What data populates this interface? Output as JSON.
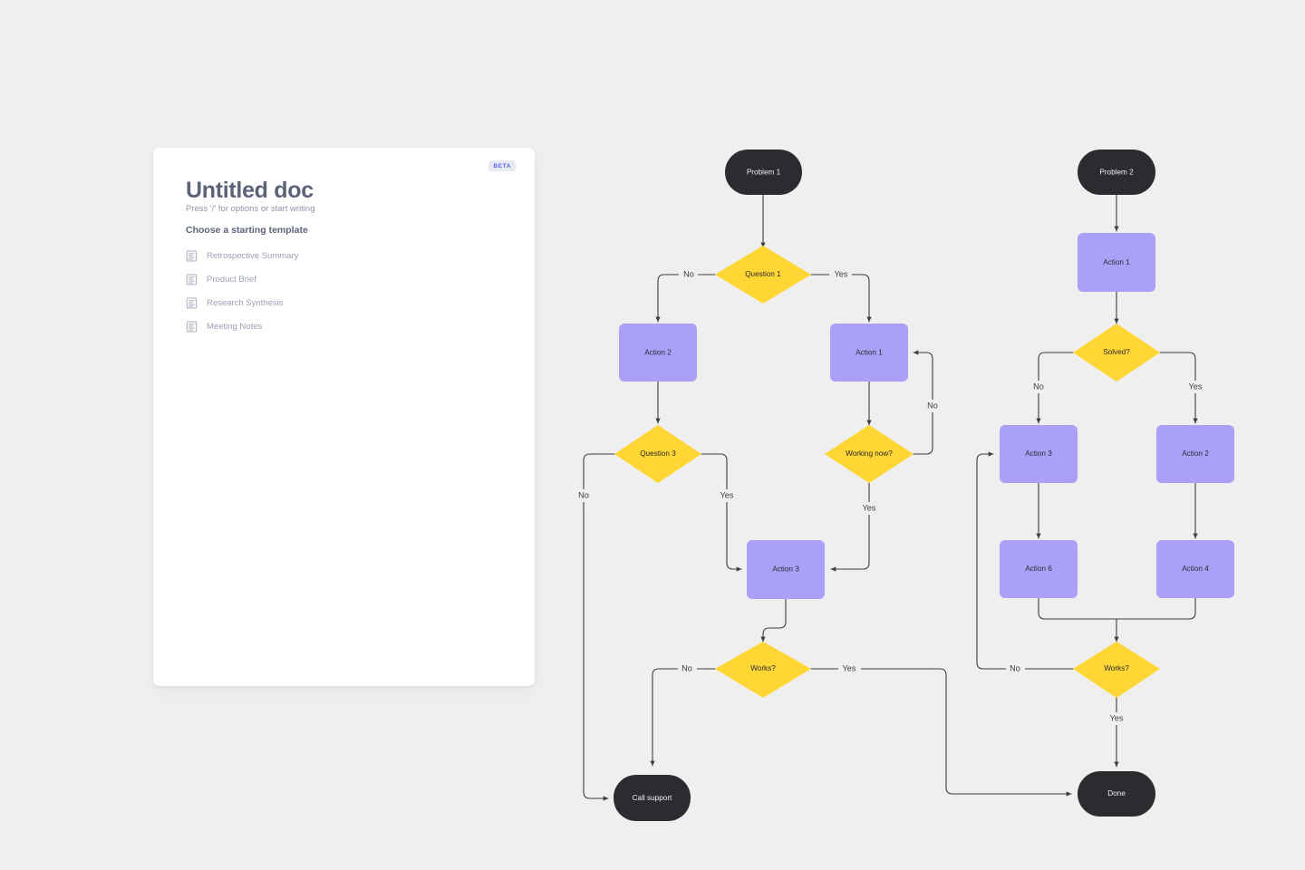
{
  "canvas": {
    "background_color": "#efefef"
  },
  "doc_panel": {
    "badge": "BETA",
    "title": "Untitled doc",
    "subtitle": "Press '/' for options or start writing",
    "section_title": "Choose a starting template",
    "templates": [
      {
        "label": "Retrospective Summary",
        "icon": "document-icon"
      },
      {
        "label": "Product Brief",
        "icon": "document-icon"
      },
      {
        "label": "Research Synthesis",
        "icon": "document-icon"
      },
      {
        "label": "Meeting Notes",
        "icon": "document-icon"
      }
    ]
  },
  "colors": {
    "terminal": "#2b2b30",
    "process": "#aba0f8",
    "decision": "#ffd633",
    "edge": "#3d3d44",
    "badge_text": "#5b63f5",
    "title_text": "#5c6379"
  },
  "flowchart_left": {
    "nodes": {
      "problem1": "Problem 1",
      "question1": "Question 1",
      "action2": "Action 2",
      "action1": "Action 1",
      "question3": "Question 3",
      "working_now": "Working now?",
      "action3": "Action 3",
      "works": "Works?",
      "call_support": "Call support"
    },
    "edge_labels": {
      "q1_no": "No",
      "q1_yes": "Yes",
      "q3_no": "No",
      "q3_yes": "Yes",
      "working_no": "No",
      "working_yes": "Yes",
      "works_no": "No",
      "works_yes": "Yes"
    }
  },
  "flowchart_right": {
    "nodes": {
      "problem2": "Problem 2",
      "action1": "Action 1",
      "solved": "Solved?",
      "action3": "Action 3",
      "action2": "Action 2",
      "action6": "Action 6",
      "action4": "Action 4",
      "works": "Works?",
      "done": "Done"
    },
    "edge_labels": {
      "solved_no": "No",
      "solved_yes": "Yes",
      "works_no": "No",
      "works_yes": "Yes"
    }
  }
}
